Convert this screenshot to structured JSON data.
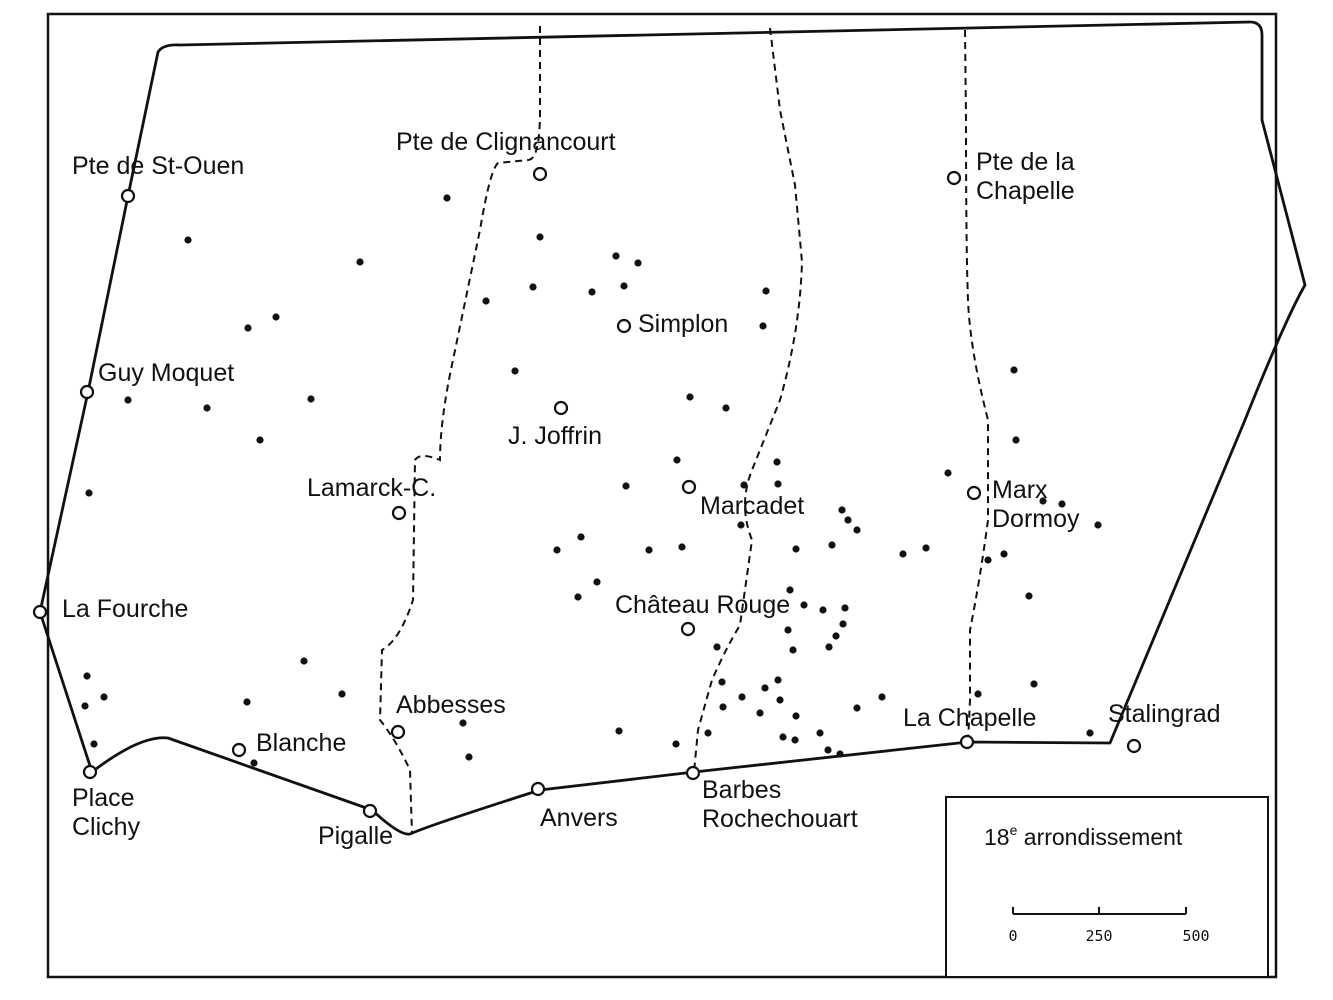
{
  "map": {
    "legend": {
      "title_main": "18",
      "title_sup": "e",
      "title_rest": " arrondissement",
      "scale": [
        "0",
        "250",
        "500"
      ]
    },
    "stations": [
      {
        "id": "pte-de-st-ouen",
        "lines": [
          "Pte de St-Ouen"
        ]
      },
      {
        "id": "guy-moquet",
        "lines": [
          "Guy Moquet"
        ]
      },
      {
        "id": "la-fourche",
        "lines": [
          "La Fourche"
        ]
      },
      {
        "id": "place-clichy",
        "lines": [
          "Place",
          "Clichy"
        ]
      },
      {
        "id": "blanche",
        "lines": [
          "Blanche"
        ]
      },
      {
        "id": "pigalle",
        "lines": [
          "Pigalle"
        ]
      },
      {
        "id": "abbesses",
        "lines": [
          "Abbesses"
        ]
      },
      {
        "id": "lamarck-c",
        "lines": [
          "Lamarck-C."
        ]
      },
      {
        "id": "pte-de-clignancourt",
        "lines": [
          "Pte de Clignancourt"
        ]
      },
      {
        "id": "j-joffrin",
        "lines": [
          "J. Joffrin"
        ]
      },
      {
        "id": "simplon",
        "lines": [
          "Simplon"
        ]
      },
      {
        "id": "marcadet",
        "lines": [
          "Marcadet"
        ]
      },
      {
        "id": "chateau-rouge",
        "lines": [
          "Château Rouge"
        ]
      },
      {
        "id": "anvers",
        "lines": [
          "Anvers"
        ]
      },
      {
        "id": "barbes-rochechouart",
        "lines": [
          "Barbes",
          "Rochechouart"
        ]
      },
      {
        "id": "pte-de-la-chapelle",
        "lines": [
          "Pte de la",
          "Chapelle"
        ]
      },
      {
        "id": "marx-dormoy",
        "lines": [
          "Marx",
          "Dormoy"
        ]
      },
      {
        "id": "la-chapelle",
        "lines": [
          "La Chapelle"
        ]
      },
      {
        "id": "stalingrad",
        "lines": [
          "Stalingrad"
        ]
      }
    ]
  }
}
